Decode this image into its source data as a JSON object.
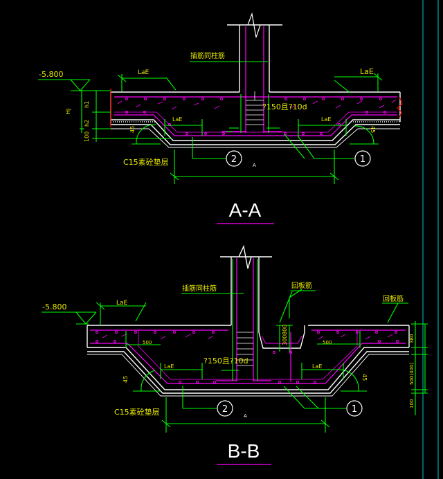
{
  "colors": {
    "background": "#000000",
    "dimension_green": "#00ff00",
    "rebar_magenta": "#ff00ff",
    "concrete_white": "#ffffff",
    "annotation_yellow": "#e8e800",
    "section_red": "#ff0000",
    "border_cyan": "#00c8c8"
  },
  "section_aa": {
    "title": "A-A",
    "elevation": "-5.800",
    "label_dowel": "插筋同柱筋",
    "laE_left_top": "LaE",
    "laE_right_top": "LaE",
    "laE_left_bot": "LaE",
    "laE_right_bot": "LaE",
    "stirrup_note": "?150且?10d",
    "dim_h1": "h1",
    "dim_h2": "h2",
    "dim_hj": "Hj",
    "dim_100": "100",
    "angle_left": "45",
    "angle_right": "45",
    "cushion": "C15素砼垫层",
    "width": "A",
    "callout_1": "1",
    "callout_2": "2"
  },
  "section_bb": {
    "title": "B-B",
    "elevation": "-5.800",
    "label_dowel": "插筋同柱筋",
    "label_edge_bar_1": "回板筋",
    "label_edge_bar_2": "回板筋",
    "laE_top": "LaE",
    "laE_left_bot": "LaE",
    "laE_right_bot": "LaE",
    "stirrup_note": "?150且?10d",
    "dim_500_left": "500",
    "dim_500_right": "500",
    "dim_300": "300",
    "dim_800": "800",
    "dim_380": "380",
    "dim_500_400": "500(400)",
    "dim_100": "100",
    "angle_left": "45",
    "angle_right": "45",
    "cushion": "C15素砼垫层",
    "width": "A",
    "callout_1": "1",
    "callout_2": "2"
  }
}
